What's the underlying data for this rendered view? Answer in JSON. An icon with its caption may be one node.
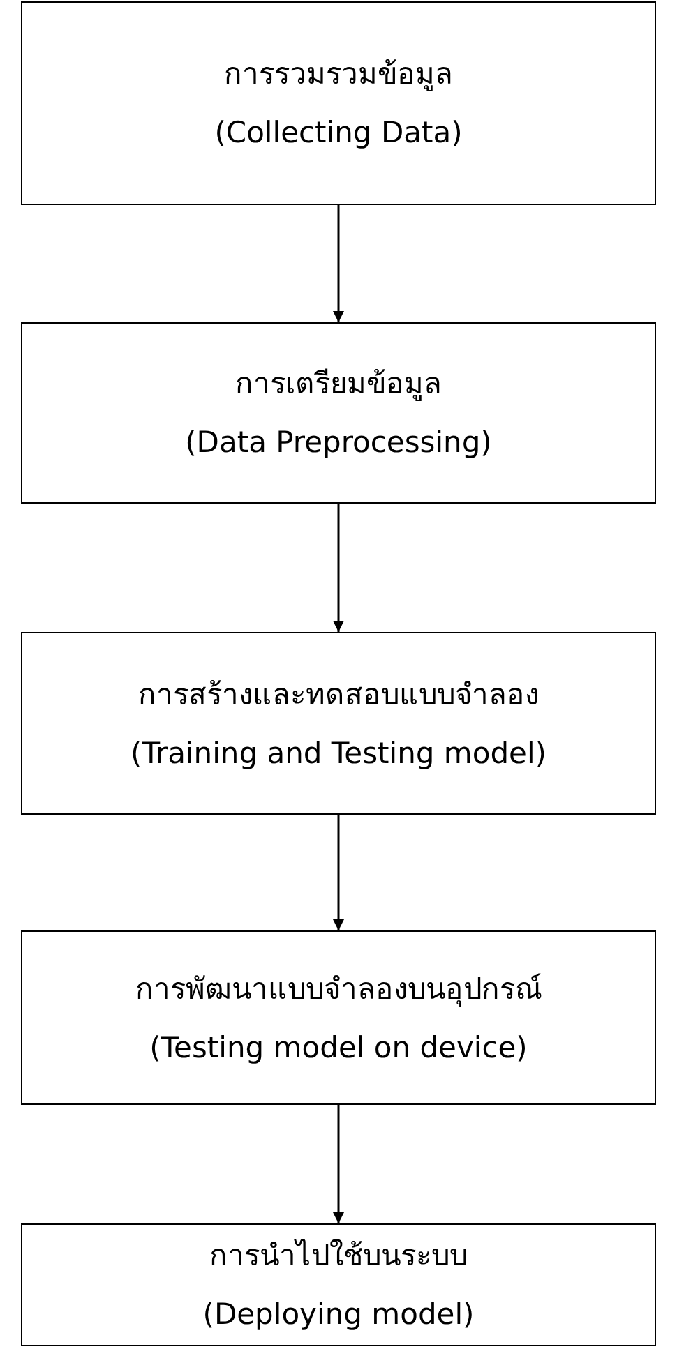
{
  "diagram": {
    "nodes": [
      {
        "text": [
          "การรวมรวมข้อมูล",
          "(Collecting Data)"
        ]
      },
      {
        "text": [
          "การเตรียมข้อมูล",
          "(Data Preprocessing)"
        ]
      },
      {
        "text": [
          "การสร้างและทดสอบแบบจำลอง",
          "(Training and Testing model)"
        ]
      },
      {
        "text": [
          "การพัฒนาแบบจำลองบนอุปกรณ์",
          "(Testing model on device)"
        ]
      },
      {
        "text": [
          "การนำไปใช้บนระบบ",
          "(Deploying model)"
        ]
      }
    ],
    "edges": [
      {
        "from": 0,
        "to": 1,
        "arrow": "to"
      },
      {
        "from": 1,
        "to": 2,
        "arrow": "to"
      },
      {
        "from": 2,
        "to": 3,
        "arrow": "to"
      },
      {
        "from": 3,
        "to": 4,
        "arrow": "to"
      }
    ]
  }
}
